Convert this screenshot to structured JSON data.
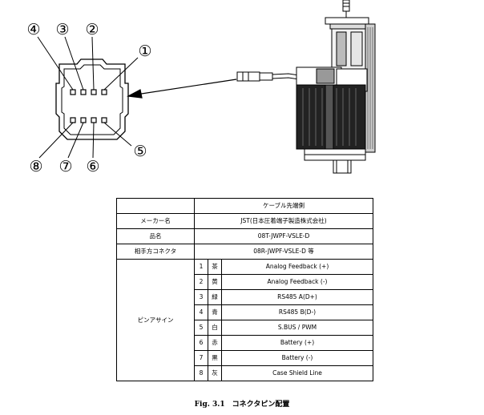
{
  "pin_callouts": [
    "①",
    "②",
    "③",
    "④",
    "⑤",
    "⑥",
    "⑦",
    "⑧"
  ],
  "table": {
    "header": "ケーブル先端側",
    "rows": [
      {
        "label": "メーカー名",
        "value": "JST(日本圧着端子製造株式会社)"
      },
      {
        "label": "品名",
        "value": "08T-JWPF-VSLE-D"
      },
      {
        "label": "相手方コネクタ",
        "value": "08R-JWPF-VSLE-D 等"
      }
    ],
    "pin_assign_label": "ピンアサイン",
    "pins": [
      {
        "no": "1",
        "color": "茶",
        "signal": "Analog Feedback (+)"
      },
      {
        "no": "2",
        "color": "黄",
        "signal": "Analog Feedback (-)"
      },
      {
        "no": "3",
        "color": "緑",
        "signal": "RS485 A(D+)"
      },
      {
        "no": "4",
        "color": "青",
        "signal": "RS485 B(D-)"
      },
      {
        "no": "5",
        "color": "白",
        "signal": "S.BUS / PWM"
      },
      {
        "no": "6",
        "color": "赤",
        "signal": "Battery (+)"
      },
      {
        "no": "7",
        "color": "黒",
        "signal": "Battery (-)"
      },
      {
        "no": "8",
        "color": "灰",
        "signal": "Case Shield Line"
      }
    ]
  },
  "caption": "Fig. 3.1　コネクタピン配置"
}
